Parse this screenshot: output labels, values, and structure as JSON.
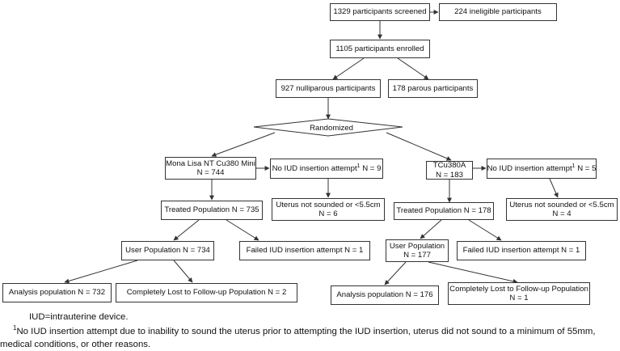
{
  "flowchart": {
    "screened": "1329 participants screened",
    "ineligible": "224 ineligible participants",
    "enrolled": "1105 participants enrolled",
    "nulliparous": "927 nulliparous participants",
    "parous": "178 parous participants",
    "randomized": "Randomized",
    "arm_a": {
      "name": "Mona Lisa NT Cu380 Mini",
      "n": "N = 744",
      "no_attempt_text": "No IUD insertion attempt",
      "no_attempt_sup": "1",
      "no_attempt_n": " N = 9",
      "uterus_line1": "Uterus not sounded or <5.5cm",
      "uterus_line2": "N = 6",
      "treated": "Treated Population N = 735",
      "user": "User Population N = 734",
      "failed": "Failed IUD insertion attempt  N = 1",
      "analysis": "Analysis population  N = 732",
      "lost": "Completely Lost to Follow-up Population  N = 2"
    },
    "arm_b": {
      "name": "TCu380A",
      "n": "N = 183",
      "no_attempt_text": "No IUD insertion attempt",
      "no_attempt_sup": "1",
      "no_attempt_n": " N = 5",
      "uterus_line1": "Uterus not sounded or <5.5cm",
      "uterus_line2": "N = 4",
      "treated": "Treated Population N = 178",
      "user_line1": "User Population",
      "user_line2": "N = 177",
      "failed": "Failed IUD insertion attempt  N = 1",
      "analysis": "Analysis population  N = 176",
      "lost_line1": "Completely Lost to Follow-up Population",
      "lost_line2": "N = 1"
    }
  },
  "footnotes": {
    "abbreviation": "IUD=intrauterine device.",
    "note_marker": "1",
    "note_text": "No IUD insertion attempt due to inability to sound the uterus prior to attempting the IUD insertion, uterus did not sound to a minimum of 55mm, medical conditions, or other reasons."
  },
  "colors": {
    "line": "#333333",
    "box_border": "#333333",
    "background": "#ffffff"
  }
}
